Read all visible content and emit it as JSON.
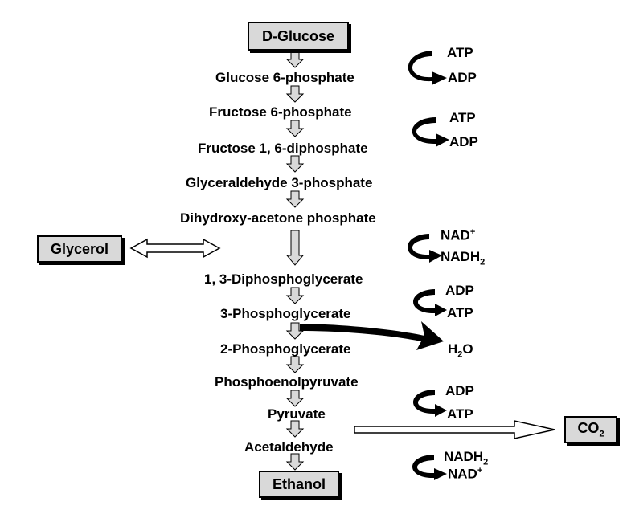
{
  "diagram": {
    "boxes": {
      "start": "D-Glucose",
      "end": "Ethanol",
      "glycerol": "Glycerol",
      "co2": {
        "base": "CO",
        "sub": "2"
      }
    },
    "steps": [
      "Glucose 6-phosphate",
      "Fructose 6-phosphate",
      "Fructose 1, 6-diphosphate",
      "Glyceraldehyde 3-phosphate",
      "Dihydroxy-acetone phosphate",
      "1, 3-Diphosphoglycerate",
      "3-Phosphoglycerate",
      "2-Phosphoglycerate",
      "Phosphoenolpyruvate",
      "Pyruvate",
      "Acetaldehyde"
    ],
    "cofactors": {
      "c1": {
        "top": "ATP",
        "bottom": "ADP"
      },
      "c2": {
        "top": "ATP",
        "bottom": "ADP"
      },
      "c3": {
        "top": "NAD",
        "top_sup": "+",
        "bottom": "NADH",
        "bottom_sub": "2"
      },
      "c4": {
        "top": "ADP",
        "bottom": "ATP"
      },
      "c5": {
        "top": "ADP",
        "bottom": "ATP"
      },
      "c6": {
        "top": "NADH",
        "top_sub": "2",
        "bottom": "NAD",
        "bottom_sup": "+"
      }
    },
    "water": {
      "base": "H",
      "sub": "2",
      "tail": "O"
    },
    "colors": {
      "box_fill": "#d9d9d9",
      "arrow_fill": "#d9d9d9",
      "ink": "#000000"
    }
  }
}
